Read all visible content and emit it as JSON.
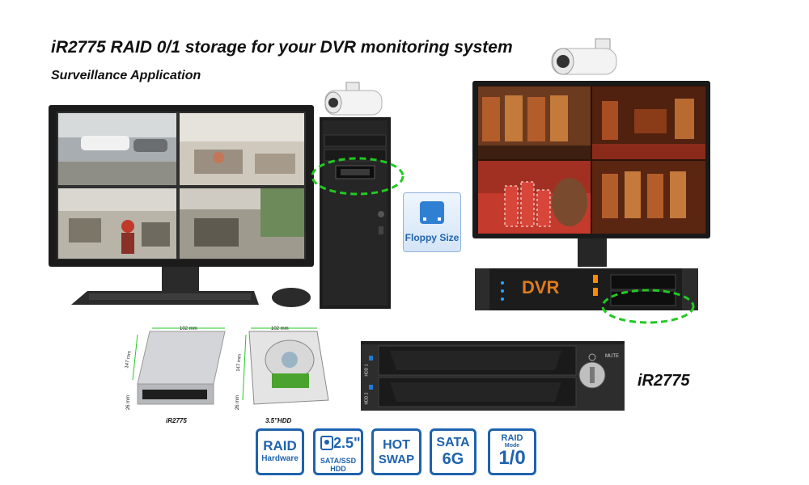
{
  "header": {
    "title": "iR2775 RAID 0/1 storage for your DVR monitoring system",
    "subtitle": "Surveillance Application"
  },
  "floppy": {
    "label": "Floppy Size"
  },
  "dvr": {
    "label": "DVR"
  },
  "product": {
    "name": "iR2775"
  },
  "enclosure": {
    "bay1": "HDD 1",
    "bay2": "HDD 2",
    "mute": "MUTE"
  },
  "dimensions": {
    "ir2775_width": "102 mm",
    "ir2775_depth": "147 mm",
    "ir2775_height": "26 mm",
    "hdd_width": "102 mm",
    "hdd_depth": "147 mm",
    "hdd_height": "26 mm"
  },
  "captions": {
    "ir2775": "iR2775",
    "hdd": "3.5\"HDD"
  },
  "badges": {
    "raid_top": "RAID",
    "raid_bottom": "Hardware",
    "size_top": "2.5\"",
    "size_bottom": "SATA/SSD HDD",
    "hot_top": "HOT",
    "hot_bottom": "SWAP",
    "sata_top": "SATA",
    "sata_bottom": "6G",
    "mode_top": "RAID",
    "mode_mid": "Mode",
    "mode_bottom": "1/0"
  },
  "colors": {
    "accent": "#1f63ad",
    "highlight_ring": "#22c922",
    "dvr_text": "#e07b1c"
  }
}
